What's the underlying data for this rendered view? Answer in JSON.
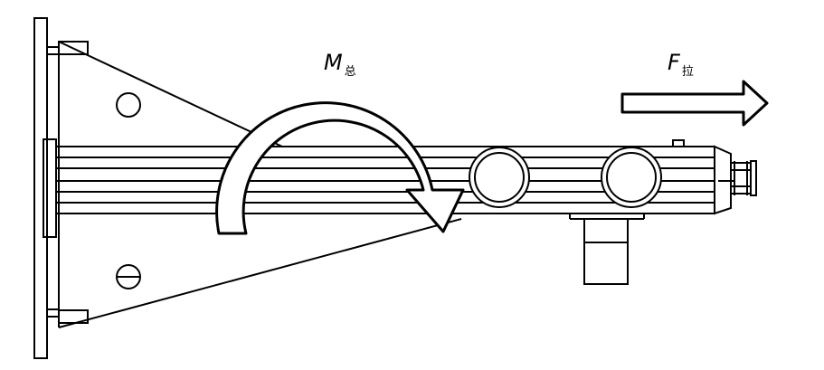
{
  "labels": {
    "moment": {
      "symbol": "M",
      "subscript": "总"
    },
    "force": {
      "symbol": "F",
      "subscript": "拉"
    }
  },
  "colors": {
    "stroke": "#000000",
    "fill": "#ffffff"
  }
}
